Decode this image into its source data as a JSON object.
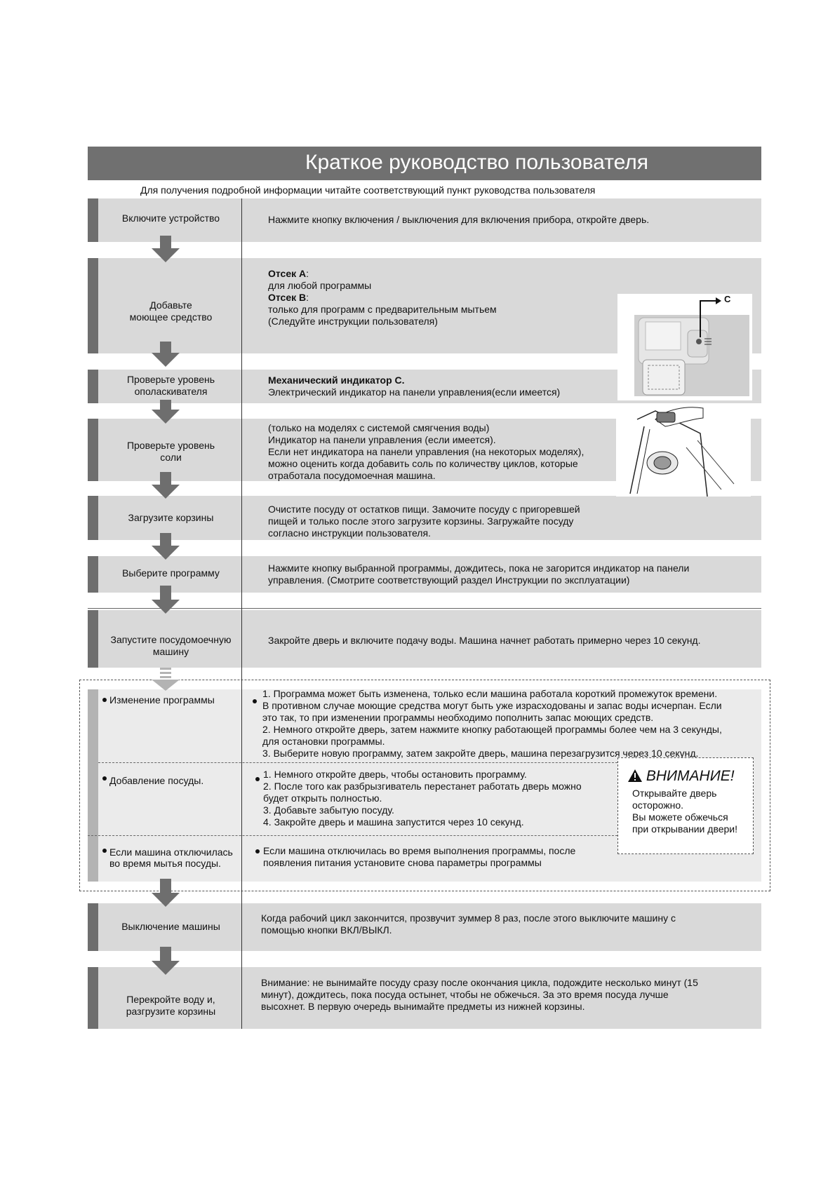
{
  "header": {
    "title": "Краткое руководство пользователя",
    "subtitle": "Для получения подробной информации читайте соответствующий пункт руководства пользователя"
  },
  "steps": [
    {
      "label": [
        "Включите устройство"
      ],
      "text": [
        "Нажмите кнопку включения / выключения для включения прибора, откройте дверь."
      ]
    },
    {
      "label": [
        "Добавьте",
        "моющее средство"
      ],
      "text_bold_a": "Отсек А",
      "text_a": [
        "для любой программы"
      ],
      "text_bold_b": "Отсек В",
      "text_b": [
        "только для программ с предварительным мытьем",
        "(Следуйте инструкции пользователя)"
      ]
    },
    {
      "label": [
        "Проверьте уровень",
        "ополаскивателя"
      ],
      "text_bold": "Механический индикатор С.",
      "text": [
        "Электрический индикатор на панели управления(если имеется)"
      ]
    },
    {
      "label": [
        "Проверьте уровень",
        "соли"
      ],
      "text": [
        "(только на моделях с системой смягчения воды)",
        "Индикатор на панели управления (если имеется).",
        "Если нет индикатора на панели управления (на некоторых моделях),",
        "можно оценить когда добавить соль по количеству циклов, которые",
        "отработала посудомоечная машина."
      ]
    },
    {
      "label": [
        "Загрузите корзины"
      ],
      "text": [
        "Очистите посуду от остатков пищи. Замочите посуду с пригоревшей",
        "пищей и только после этого загрузите корзины. Загружайте посуду",
        "согласно инструкции пользователя."
      ]
    },
    {
      "label": [
        "Выберите программу"
      ],
      "text": [
        "Нажмите кнопку выбранной программы, дождитесь, пока не загорится индикатор на панели",
        "управления. (Смотрите соответствующий раздел Инструкции по эксплуатации)"
      ]
    },
    {
      "label": [
        "Запустите посудомоечную",
        "машину"
      ],
      "text": [
        "Закройте дверь и включите подачу воды. Машина начнет работать примерно через 10 секунд."
      ]
    }
  ],
  "special": [
    {
      "label": [
        "Изменение программы"
      ],
      "text": [
        "1. Программа может быть изменена, только если машина работала короткий промежуток времени.",
        "В противном случае моющие средства могут быть уже израсходованы и запас воды исчерпан. Если",
        "это так, то при изменении программы необходимо пополнить запас моющих средств.",
        "2. Немного откройте дверь, затем нажмите кнопку работающей программы более чем на 3 секунды,",
        "для остановки программы.",
        "3. Выберите новую программу, затем закройте дверь, машина перезагрузится через 10 секунд."
      ]
    },
    {
      "label": [
        "Добавление посуды."
      ],
      "text": [
        "1. Немного откройте дверь, чтобы остановить программу.",
        "2. После того как разбрызгиватель перестанет работать дверь можно",
        "будет открыть полностью.",
        "3. Добавьте забытую посуду.",
        "4. Закройте дверь и машина запустится через 10 секунд."
      ]
    },
    {
      "label": [
        "Если машина отключилась",
        "во время мытья посуды."
      ],
      "text": [
        "Если машина отключилась во время выполнения программы, после",
        "появления питания установите снова параметры программы"
      ]
    }
  ],
  "warning": {
    "title": "ВНИМАНИЕ!",
    "text": [
      "Открывайте дверь",
      "осторожно.",
      "Вы можете обжечься",
      "при открывании двери!"
    ]
  },
  "final_steps": [
    {
      "label": [
        "Выключение машины"
      ],
      "text": [
        "Когда рабочий цикл закончится, прозвучит зуммер 8 раз, после этого выключите машину с",
        "помощью кнопки ВКЛ/ВЫКЛ."
      ]
    },
    {
      "label": [
        "Перекройте воду и,",
        "разгрузите корзины"
      ],
      "text": [
        "Внимание: не вынимайте посуду сразу после окончания цикла, подождите несколько минут (15",
        "минут), дождитесь, пока посуда остынет, чтобы не обжечься. За это время посуда лучше",
        "высохнет. В первую очередь вынимайте предметы из нижней корзины."
      ]
    }
  ],
  "figure": {
    "callout": "C"
  }
}
